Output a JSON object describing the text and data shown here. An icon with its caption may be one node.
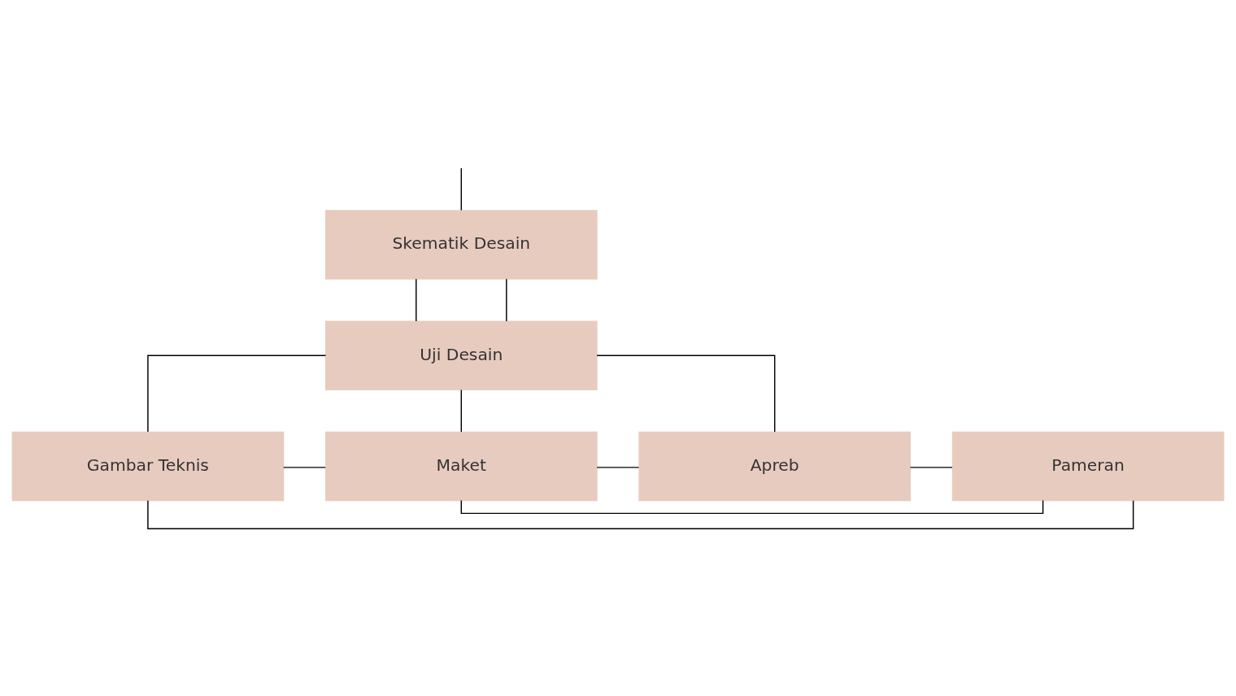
{
  "diagram": {
    "nodes": [
      {
        "text": [
          "Skematik Desain"
        ]
      },
      {
        "text": [
          "Uji Desain"
        ]
      },
      {
        "text": [
          "Gambar Teknis"
        ]
      },
      {
        "text": [
          "Maket"
        ]
      },
      {
        "text": [
          "Apreb"
        ]
      },
      {
        "text": [
          "Pameran"
        ]
      }
    ],
    "edges": [
      {
        "from": null,
        "to": 0,
        "arrow": "none"
      },
      {
        "from": 0,
        "to": 1,
        "arrow": "none"
      },
      {
        "from": 0,
        "to": 1,
        "arrow": "none"
      },
      {
        "from": 1,
        "to": 2,
        "arrow": "none"
      },
      {
        "from": 1,
        "to": 3,
        "arrow": "none"
      },
      {
        "from": 1,
        "to": 4,
        "arrow": "none"
      },
      {
        "from": 2,
        "to": 3,
        "arrow": "none"
      },
      {
        "from": 3,
        "to": 4,
        "arrow": "none"
      },
      {
        "from": 2,
        "to": 5,
        "arrow": "none"
      },
      {
        "from": 3,
        "to": 5,
        "arrow": "none"
      },
      {
        "from": 4,
        "to": 5,
        "arrow": "none"
      }
    ]
  }
}
